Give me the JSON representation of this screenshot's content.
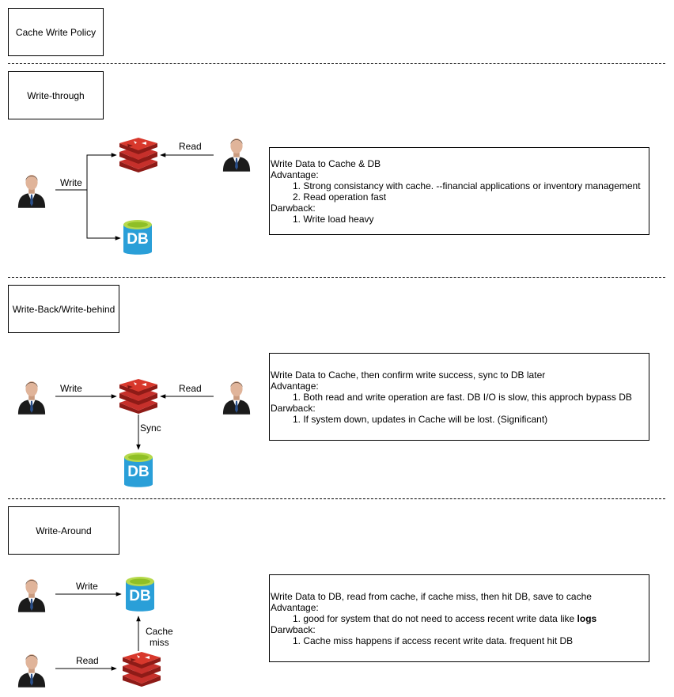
{
  "title": "Cache Write Policy",
  "sections": [
    {
      "name": "Write-through",
      "labels": {
        "write": "Write",
        "read": "Read"
      },
      "note": {
        "heading": "Write Data to Cache & DB",
        "advantage_title": "Advantage:",
        "advantages": [
          "1. Strong consistancy with cache. --financial applications or inventory management",
          "2. Read operation fast"
        ],
        "drawback_title": "Darwback:",
        "drawbacks": [
          "1. Write load heavy"
        ]
      }
    },
    {
      "name": "Write-Back/Write-behind",
      "labels": {
        "write": "Write",
        "read": "Read",
        "sync": "Sync"
      },
      "note": {
        "heading": "Write Data to Cache, then confirm write success, sync to DB later",
        "advantage_title": "Advantage:",
        "advantages": [
          "1. Both read and write operation are fast. DB I/O is slow, this approch bypass DB"
        ],
        "drawback_title": "Darwback:",
        "drawbacks": [
          "1. If system down, updates in Cache will be lost. (Significant)"
        ]
      }
    },
    {
      "name": "Write-Around",
      "labels": {
        "write": "Write",
        "read": "Read",
        "cache_miss_1": "Cache",
        "cache_miss_2": "miss"
      },
      "note": {
        "heading": "Write Data to DB, read from cache, if cache miss, then hit DB, save to cache",
        "advantage_title": "Advantage:",
        "advantage_prefix": "1. good for system that do not need to access recent write data like ",
        "advantage_bold": "logs",
        "drawback_title": "Darwback:",
        "drawbacks": [
          "1. Cache miss happens if access recent write data. frequent hit DB"
        ]
      }
    }
  ],
  "icons": {
    "user": "businessman-icon",
    "cache": "redis-icon",
    "db": "db-icon",
    "db_text": "DB"
  },
  "colors": {
    "redis": "#c6302b",
    "redis_dark": "#8e1b17",
    "db_blue": "#2a9fd8",
    "db_top": "#b6d94c",
    "suit": "#1b1b1b",
    "tie": "#2a4f8a"
  }
}
